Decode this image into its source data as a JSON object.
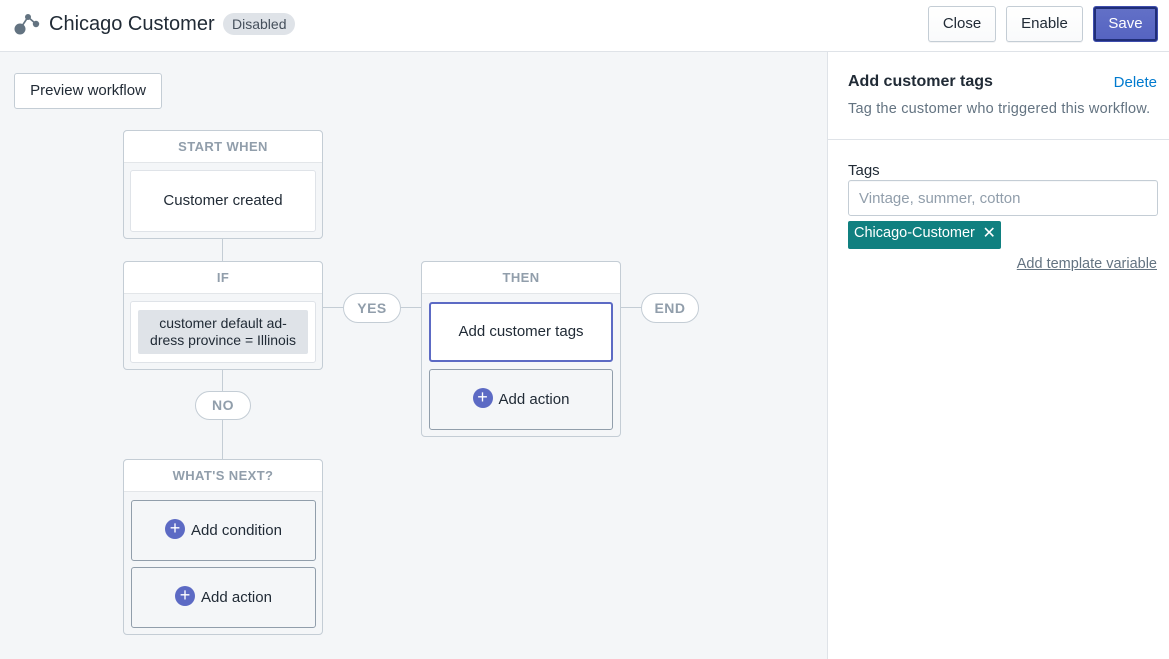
{
  "header": {
    "logo_icon": "flow-logo-icon",
    "title": "Chicago Customer",
    "status_badge": "Disabled",
    "close_label": "Close",
    "enable_label": "Enable",
    "save_label": "Save",
    "accent_color": "#5c6ac4"
  },
  "canvas": {
    "preview_label": "Preview workflow",
    "start": {
      "header": "START WHEN",
      "trigger": "Customer created"
    },
    "condition": {
      "header": "IF",
      "line1": "customer default ad-",
      "line2": "dress province = Illinois"
    },
    "yes_label": "YES",
    "no_label": "NO",
    "end_label": "END",
    "then": {
      "header": "THEN",
      "action": "Add customer tags",
      "add_action": "Add action"
    },
    "next": {
      "header": "WHAT'S NEXT?",
      "add_condition": "Add condition",
      "add_action": "Add action"
    }
  },
  "panel": {
    "title": "Add customer tags",
    "delete_label": "Delete",
    "description": "Tag the customer who triggered this workflow.",
    "tags_label": "Tags",
    "tags_placeholder": "Vintage, summer, cotton",
    "tags": [
      "Chicago-Customer"
    ],
    "tag_color": "#108080",
    "template_link": "Add template variable"
  }
}
